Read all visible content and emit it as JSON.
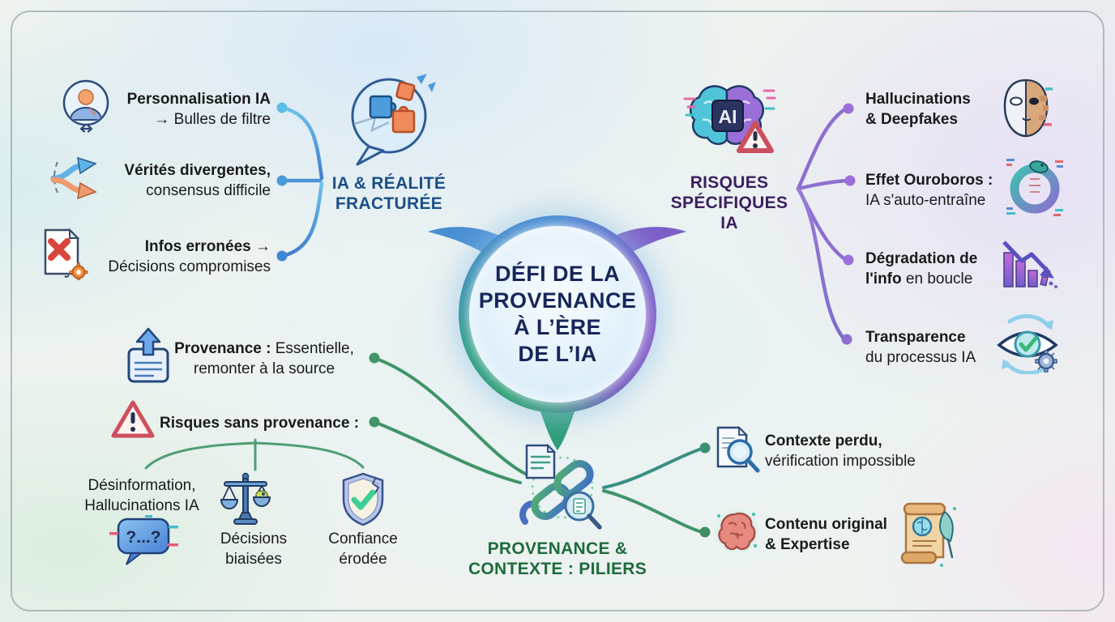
{
  "center": {
    "title_lines": [
      "DÉFI DE LA",
      "PROVENANCE",
      "À L’ÈRE",
      "DE L’IA"
    ]
  },
  "colors": {
    "title_navy": "#18275a",
    "label_blue": "#1b4f86",
    "label_purple": "#3b2060",
    "label_green": "#1e6b3c",
    "connector_blue": "#4a8fd0",
    "connector_purple": "#8a6fd0",
    "connector_green": "#3f9468",
    "body_text": "#1a1a1c"
  },
  "branches": {
    "fractured": {
      "label_line1": "IA & RÉALITÉ",
      "label_line2": "FRACTURÉE",
      "icon": "fractured-speech-puzzle-icon",
      "items": [
        {
          "l1b": "Personnalisation IA",
          "l2r": "→ Bulles de filtre",
          "icon": "user-filter-bubble-icon"
        },
        {
          "l1b": "Vérités divergentes,",
          "l2r": "consensus difficile",
          "icon": "diverging-arrows-icon"
        },
        {
          "l1b": "Infos erronées →",
          "l2r": "Décisions compromises",
          "icon": "error-document-icon"
        }
      ]
    },
    "risques": {
      "label_line1": "RISQUES",
      "label_line2": "SPÉCIFIQUES",
      "label_line3": "IA",
      "icon": "ai-brain-warning-icon",
      "items": [
        {
          "l1b": "Hallucinations",
          "l2b": "& Deepfakes",
          "icon": "half-mask-deepfake-icon"
        },
        {
          "l1b": "Effet Ouroboros :",
          "l2r": "IA s'auto-entraîne",
          "icon": "ouroboros-icon"
        },
        {
          "l1b": "Dégradation de",
          "l2b": "l'info",
          "l2r": " en boucle",
          "icon": "declining-chart-icon"
        },
        {
          "l1b": "Transparence",
          "l2r": "du processus IA",
          "icon": "eye-process-icon"
        }
      ]
    },
    "provenance": {
      "label_line1": "PROVENANCE &",
      "label_line2": "CONTEXTE : PILIERS",
      "icon": "chain-provenance-icon",
      "left_items": [
        {
          "l1b": "Provenance :",
          "l1r": " Essentielle,",
          "l2r": "remonter à la source",
          "icon": "upload-source-icon"
        },
        {
          "l1b": "Risques sans provenance :",
          "icon": "warning-triangle-icon"
        }
      ],
      "sub_items": [
        {
          "l1r": "Désinformation,",
          "l2r": "Hallucinations IA",
          "icon": "glitch-chat-icon"
        },
        {
          "l1r": "Décisions",
          "l2r": "biaisées",
          "icon": "biased-scales-icon"
        },
        {
          "l1r": "Confiance",
          "l2r": "érodée",
          "icon": "eroded-shield-icon"
        }
      ],
      "right_items": [
        {
          "l1b": "Contexte perdu,",
          "l2r": "vérification impossible",
          "icon": "doc-magnifier-icon"
        },
        {
          "l1b": "Contenu original",
          "l2b": "& Expertise",
          "icon": "brain-icon",
          "icon2": "scroll-feather-icon"
        }
      ]
    }
  }
}
